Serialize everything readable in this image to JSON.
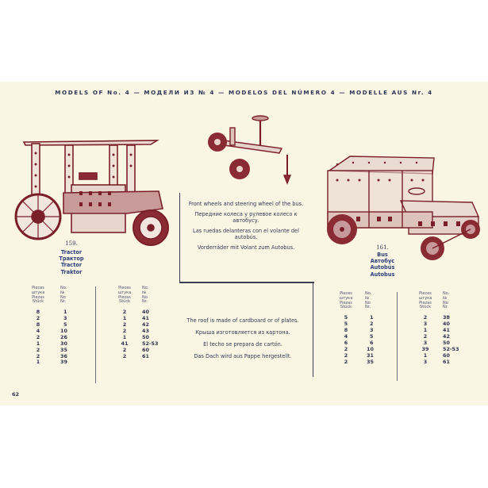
{
  "page": {
    "header": "MODELS OF No. 4 — МОДЕЛИ ИЗ № 4 — MODELOS DEL NÚMERO 4 — MODELLE AUS Nr. 4",
    "page_number": "62",
    "colors": {
      "paper": "#fbf6e4",
      "illustration": "#7a1f2a",
      "text": "#2e3650",
      "model_name": "#2a3d7a"
    }
  },
  "models": [
    {
      "number": "159.",
      "names": [
        "Tractor",
        "Трактор",
        "Tractor",
        "Traktor"
      ],
      "illustration": "tractor-illustration",
      "parts_header": {
        "pieces": [
          "Pieces",
          "штука",
          "Piezas",
          "Stück"
        ],
        "no": [
          "No.",
          "№",
          "No",
          "Nr."
        ]
      },
      "parts_left": [
        {
          "pieces": "8",
          "no": "1"
        },
        {
          "pieces": "2",
          "no": "3"
        },
        {
          "pieces": "8",
          "no": "5"
        },
        {
          "pieces": "4",
          "no": "10"
        },
        {
          "pieces": "2",
          "no": "26"
        },
        {
          "pieces": "1",
          "no": "30"
        },
        {
          "pieces": "2",
          "no": "35"
        },
        {
          "pieces": "2",
          "no": "36"
        },
        {
          "pieces": "1",
          "no": "39"
        }
      ],
      "parts_right": [
        {
          "pieces": "2",
          "no": "40"
        },
        {
          "pieces": "1",
          "no": "41"
        },
        {
          "pieces": "2",
          "no": "42"
        },
        {
          "pieces": "2",
          "no": "43"
        },
        {
          "pieces": "1",
          "no": "50"
        },
        {
          "pieces": "41",
          "no": "52-53"
        },
        {
          "pieces": "2",
          "no": "60"
        },
        {
          "pieces": "2",
          "no": "61"
        }
      ]
    },
    {
      "number": "161.",
      "names": [
        "Bus",
        "Автобус",
        "Autobús",
        "Autobus"
      ],
      "illustration": "bus-illustration",
      "parts_header": {
        "pieces": [
          "Pieces",
          "штука",
          "Piezas",
          "Stück"
        ],
        "no": [
          "No.",
          "№",
          "No",
          "Nr."
        ]
      },
      "parts_left": [
        {
          "pieces": "5",
          "no": "1"
        },
        {
          "pieces": "5",
          "no": "2"
        },
        {
          "pieces": "8",
          "no": "3"
        },
        {
          "pieces": "4",
          "no": "5"
        },
        {
          "pieces": "6",
          "no": "6"
        },
        {
          "pieces": "2",
          "no": "10"
        },
        {
          "pieces": "2",
          "no": "31"
        },
        {
          "pieces": "2",
          "no": "35"
        }
      ],
      "parts_right": [
        {
          "pieces": "2",
          "no": "38"
        },
        {
          "pieces": "3",
          "no": "40"
        },
        {
          "pieces": "1",
          "no": "41"
        },
        {
          "pieces": "2",
          "no": "42"
        },
        {
          "pieces": "3",
          "no": "50"
        },
        {
          "pieces": "39",
          "no": "52-53"
        },
        {
          "pieces": "1",
          "no": "60"
        },
        {
          "pieces": "3",
          "no": "61"
        }
      ]
    }
  ],
  "captions": {
    "steering": [
      "Front wheels and steering wheel of the bus.",
      "Передние колеса у рулевое колесо к автобусу.",
      "Las ruedas delanteras con el volante del autobús.",
      "Vorderräder mit Volant zum Autobus."
    ],
    "roof": [
      "The roof is made of cardboard or of plates.",
      "Крыша изготовляется из картона.",
      "El techo se prepara de cartón.",
      "Das Dach wird aus Pappe hergestellt."
    ]
  }
}
